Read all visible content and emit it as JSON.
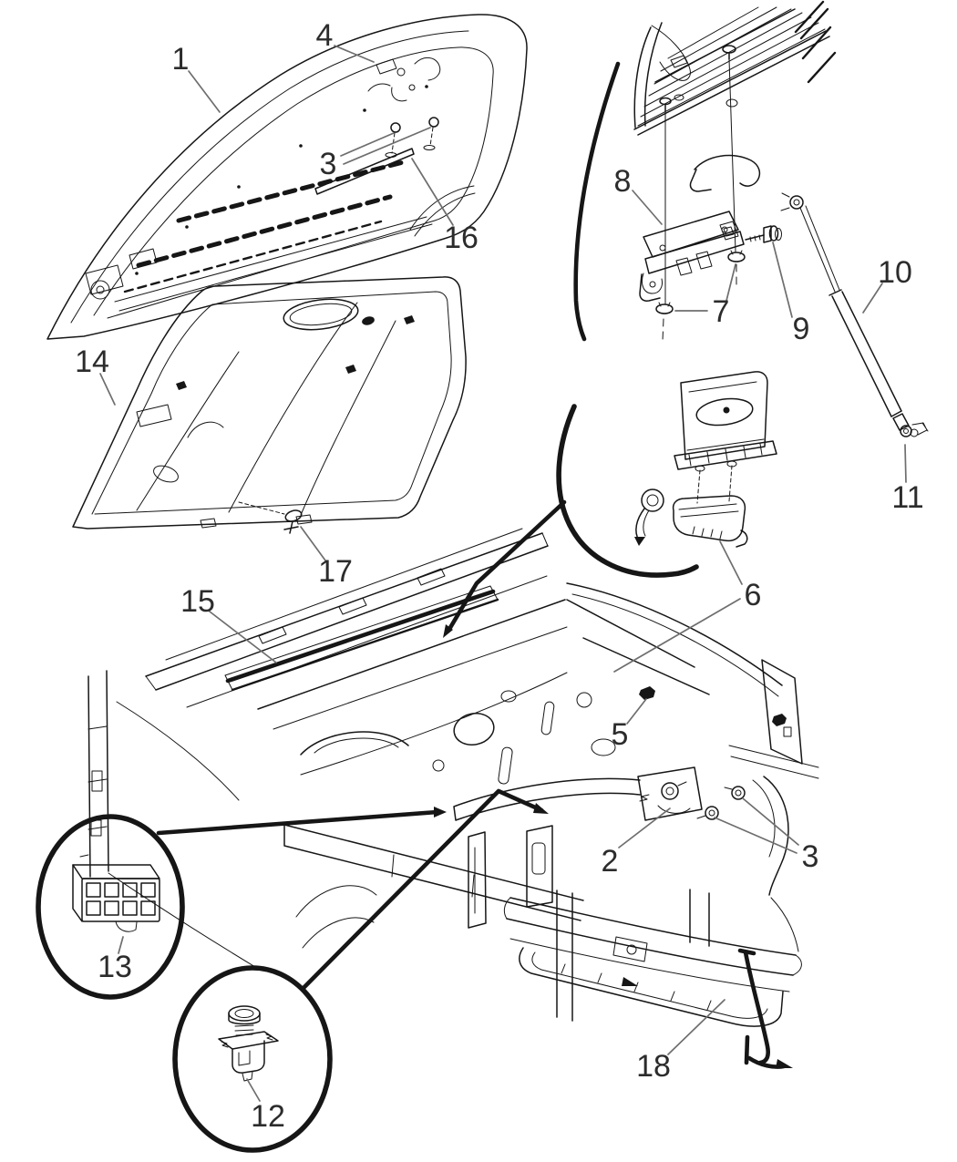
{
  "diagram": {
    "background_color": "#ffffff",
    "line_color": "#161616",
    "leader_color": "#6e6e6e",
    "label_color": "#2c2c2c",
    "callouts": {
      "c1": "1",
      "c2": "2",
      "c3_top": "3",
      "c3_bottom": "3",
      "c4": "4",
      "c5": "5",
      "c6": "6",
      "c7": "7",
      "c8": "8",
      "c9": "9",
      "c10": "10",
      "c11": "11",
      "c12": "12",
      "c13": "13",
      "c14": "14",
      "c15": "15",
      "c16": "16",
      "c17": "17",
      "c18": "18"
    }
  }
}
